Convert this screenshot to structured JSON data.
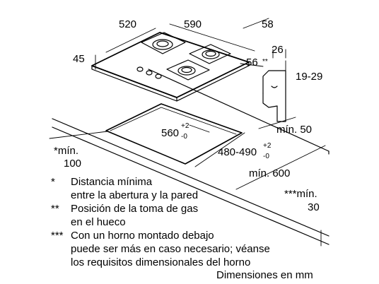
{
  "dimensions": {
    "depth": "520",
    "width": "590",
    "right_offset": "58",
    "height": "45",
    "side_clearance": "56",
    "side_clearance_mark": "**",
    "bracket_width": "26",
    "bracket_height": "19-29",
    "cutout_width": "560",
    "cutout_width_tol_plus": "+2",
    "cutout_width_tol_minus": "-0",
    "cutout_depth": "480-490",
    "cutout_depth_tol_plus": "+2",
    "cutout_depth_tol_minus": "-0",
    "min_back": "mín. 50",
    "min_left_1": "*mín.",
    "min_left_2": "100",
    "min_front": "mín. 600",
    "min_bottom_1": "***mín.",
    "min_bottom_2": "30"
  },
  "legend": [
    {
      "mark": "*",
      "lines": [
        "Distancia mínima",
        "entre la abertura y la pared"
      ]
    },
    {
      "mark": "**",
      "lines": [
        "Posición de la toma de gas",
        "en el hueco"
      ]
    },
    {
      "mark": "***",
      "lines": [
        "Con un horno montado debajo",
        "puede ser más en caso necesario; véanse",
        "los requisitos dimensionales del horno"
      ]
    }
  ],
  "footer": "Dimensiones en mm"
}
